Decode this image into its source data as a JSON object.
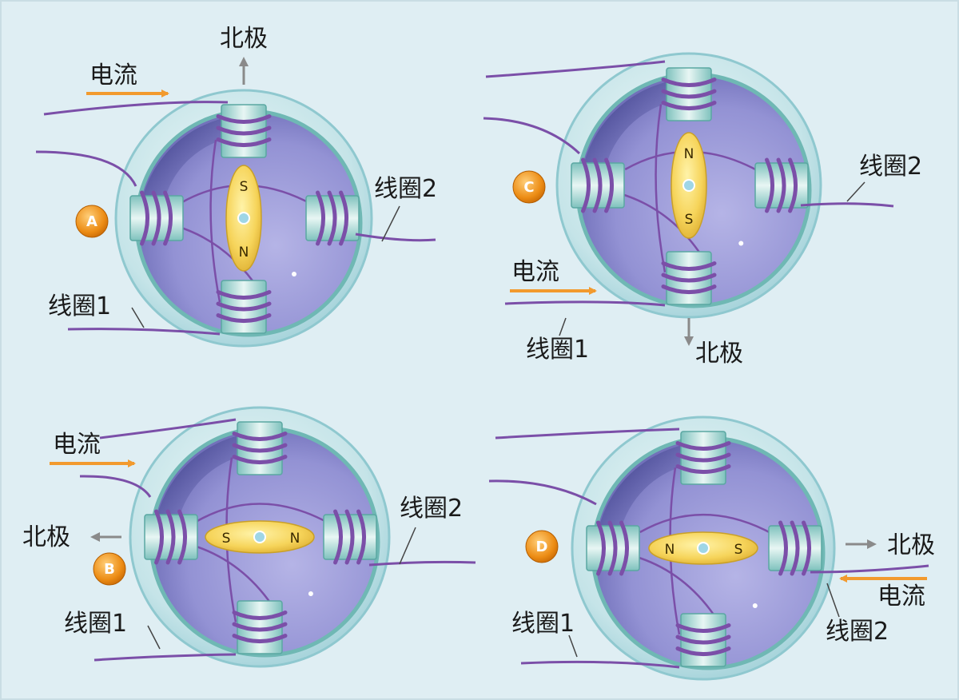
{
  "panels": [
    {
      "id": "A",
      "badge": "A",
      "pole_top": "S",
      "pole_bottom": "N",
      "north_label": "北极",
      "current_label": "电流",
      "coil1_label": "线圈1",
      "coil2_label": "线圈2",
      "rotor_orientation": "vertical",
      "north_arrow": "up"
    },
    {
      "id": "C",
      "badge": "C",
      "pole_top": "N",
      "pole_bottom": "S",
      "north_label": "北极",
      "current_label": "电流",
      "coil1_label": "线圈1",
      "coil2_label": "线圈2",
      "rotor_orientation": "vertical",
      "north_arrow": "down"
    },
    {
      "id": "B",
      "badge": "B",
      "pole_left": "S",
      "pole_right": "N",
      "north_label": "北极",
      "current_label": "电流",
      "coil1_label": "线圈1",
      "coil2_label": "线圈2",
      "rotor_orientation": "horizontal",
      "north_arrow": "left"
    },
    {
      "id": "D",
      "badge": "D",
      "pole_left": "N",
      "pole_right": "S",
      "north_label": "北极",
      "current_label": "电流",
      "coil1_label": "线圈1",
      "coil2_label": "线圈2",
      "rotor_orientation": "horizontal",
      "north_arrow": "right"
    }
  ],
  "colors": {
    "background": "#dfeef3",
    "housing": "#b9dde3",
    "interior": "#8f8ed1",
    "coil_core": "#9fd3cf",
    "wire": "#7b4fa8",
    "rotor": "#f4d35a",
    "badge": "#e88a10",
    "current_arrow": "#f29a2e",
    "north_arrow": "#8a8a8a"
  }
}
